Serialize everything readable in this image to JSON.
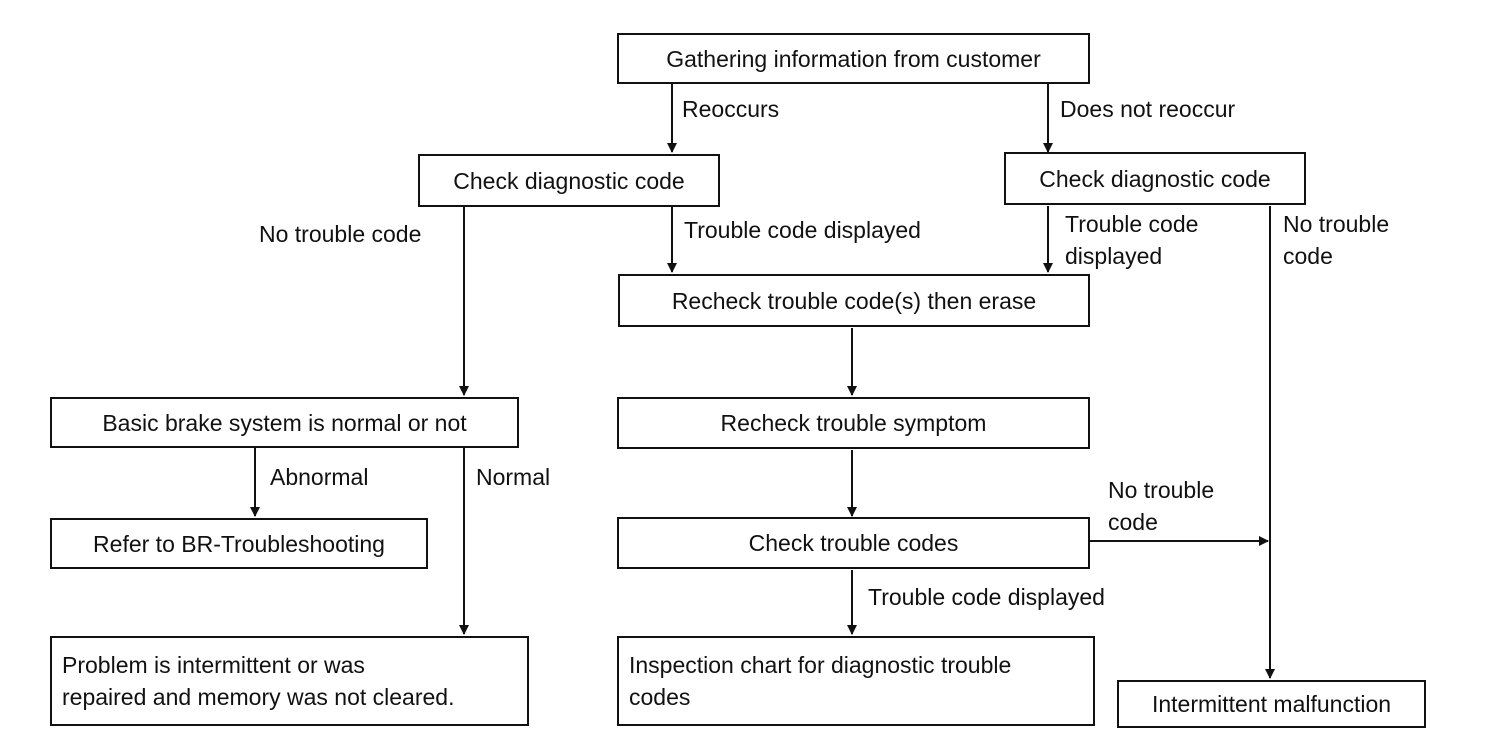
{
  "nodes": {
    "gather": "Gathering information from customer",
    "check_left": "Check diagnostic code",
    "check_right": "Check diagnostic code",
    "recheck_codes": "Recheck trouble code(s) then erase",
    "basic_brake": "Basic brake system is normal or not",
    "recheck_symptom": "Recheck trouble symptom",
    "refer_br": "Refer to BR-Troubleshooting",
    "check_codes": "Check trouble codes",
    "problem_line1": "Problem is intermittent or was",
    "problem_line2": "repaired and memory was not cleared.",
    "inspection_line1": "Inspection chart for diagnostic trouble",
    "inspection_line2": "codes",
    "intermittent": "Intermittent malfunction"
  },
  "edge_labels": {
    "reoccurs": "Reoccurs",
    "does_not_reoccur": "Does not reoccur",
    "no_trouble_code_left": "No trouble code",
    "trouble_code_displayed_mid": "Trouble code displayed",
    "trouble_code_displayed_right_1": "Trouble code",
    "trouble_code_displayed_right_2": "displayed",
    "no_trouble_code_right_1": "No trouble",
    "no_trouble_code_right_2": "code",
    "abnormal": "Abnormal",
    "normal": "Normal",
    "no_trouble_code_bottom_1": "No trouble",
    "no_trouble_code_bottom_2": "code",
    "trouble_code_displayed_bottom": "Trouble code displayed"
  }
}
